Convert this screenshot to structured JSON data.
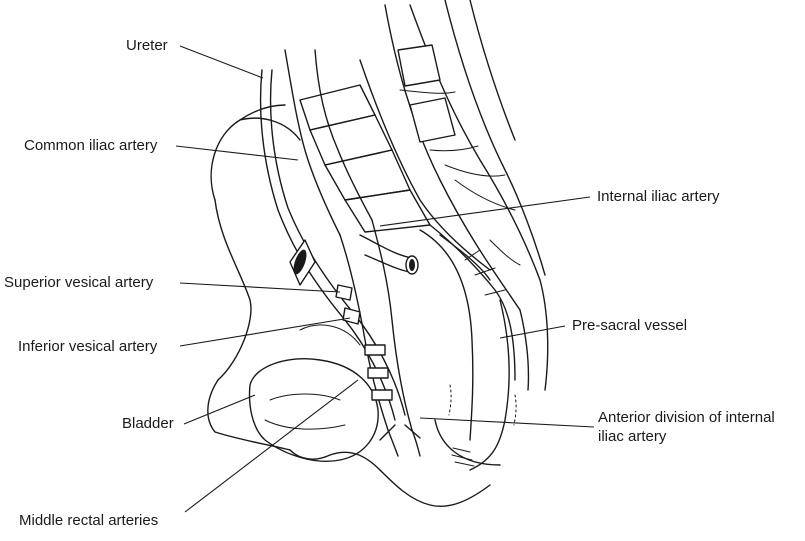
{
  "labels": {
    "ureter": "Ureter",
    "common_iliac_artery": "Common iliac artery",
    "internal_iliac_artery": "Internal iliac artery",
    "superior_vesical_artery": "Superior vesical artery",
    "pre_sacral_vessel": "Pre-sacral vessel",
    "inferior_vesical_artery": "Inferior vesical artery",
    "anterior_division_line1": "Anterior division of internal",
    "anterior_division_line2": "iliac artery",
    "bladder": "Bladder",
    "middle_rectal_arteries": "Middle rectal arteries"
  }
}
